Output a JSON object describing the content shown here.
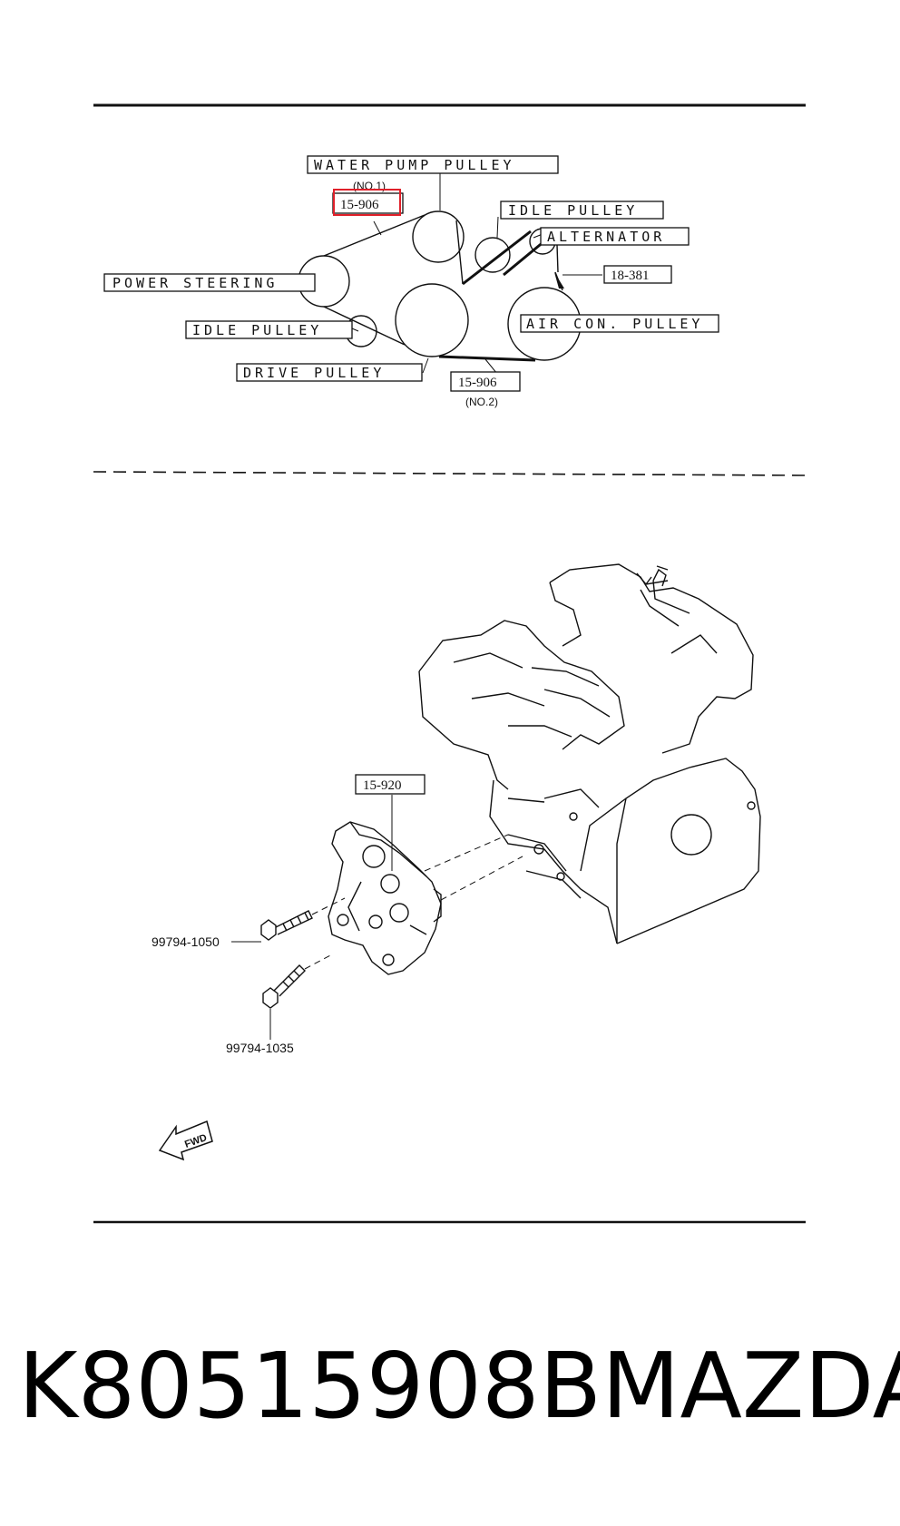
{
  "belt_diagram": {
    "labels": {
      "water_pump_pulley": "WATER PUMP PULLEY",
      "idle_pulley_upper": "IDLE PULLEY",
      "alternator": "ALTERNATOR",
      "power_steering": "POWER STEERING",
      "air_con_pulley": "AIR CON. PULLEY",
      "idle_pulley_lower": "IDLE PULLEY",
      "drive_pulley": "DRIVE PULLEY"
    },
    "parts": {
      "belt_no1_number": "15-906",
      "belt_no1_note": "(NO.1)",
      "tensioner_number": "18-381",
      "belt_no2_number": "15-906",
      "belt_no2_note": "(NO.2)"
    },
    "highlight_color": "#e0202a"
  },
  "engine_diagram": {
    "bracket_number": "15-920",
    "bolt_upper": "99794-1050",
    "bolt_lower": "99794-1035",
    "fwd_label": "FWD"
  },
  "caption": {
    "part_number": "K80515908B",
    "brand": "MAZDA"
  }
}
